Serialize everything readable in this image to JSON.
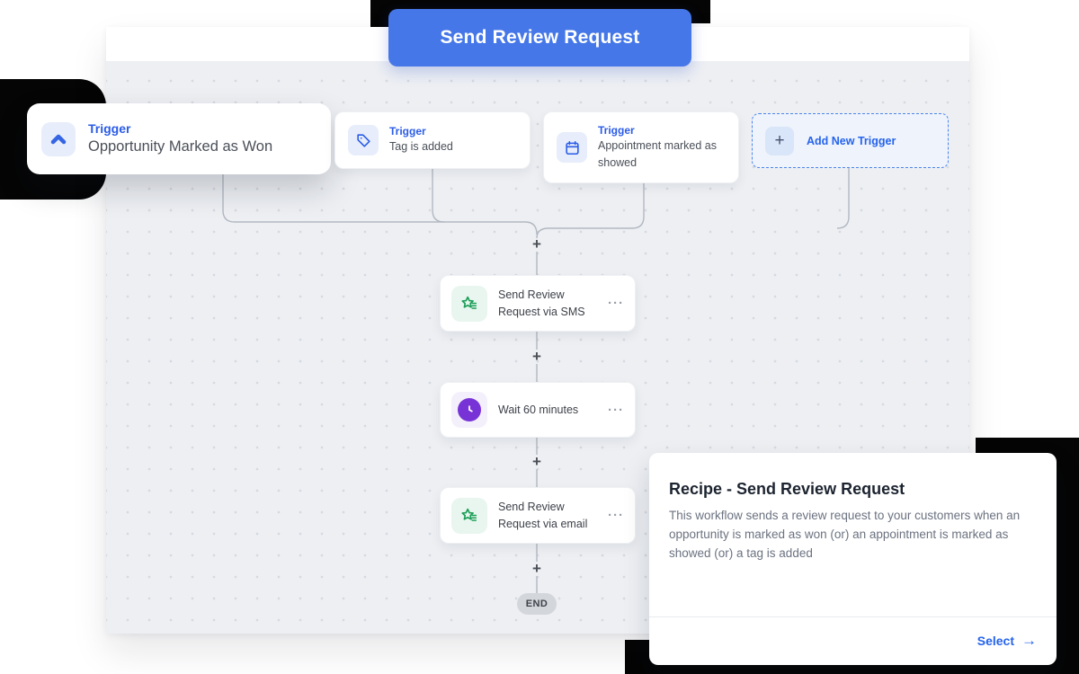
{
  "header_button": {
    "label": "Send Review Request"
  },
  "triggers": [
    {
      "label": "Trigger",
      "title": "Opportunity Marked as Won",
      "icon": "chevron-up-icon"
    },
    {
      "label": "Trigger",
      "title": "Tag is added",
      "icon": "tag-icon"
    },
    {
      "label": "Trigger",
      "title": "Appointment marked as showed",
      "icon": "calendar-icon"
    }
  ],
  "add_trigger": {
    "label": "Add New Trigger",
    "icon": "plus-icon"
  },
  "actions": [
    {
      "title": "Send Review Request via SMS",
      "icon": "review-star-icon"
    },
    {
      "title": "Wait 60 minutes",
      "icon": "clock-icon"
    },
    {
      "title": "Send Review Request via email",
      "icon": "review-star-icon"
    }
  ],
  "end_label": "END",
  "recipe_panel": {
    "title": "Recipe - Send Review Request",
    "description": "This workflow sends a review request to your customers when an opportunity is marked as won (or) an appointment is marked as showed (or) a tag is added",
    "select_label": "Select",
    "select_arrow": "→"
  },
  "icons": {
    "plus": "+",
    "ellipsis": "···"
  },
  "colors": {
    "button_blue": "#4577e8",
    "accent_blue": "#2563eb",
    "review_green": "#1c9e57",
    "wait_purple": "#7733d6",
    "wire_gray": "#b3b8c1"
  }
}
